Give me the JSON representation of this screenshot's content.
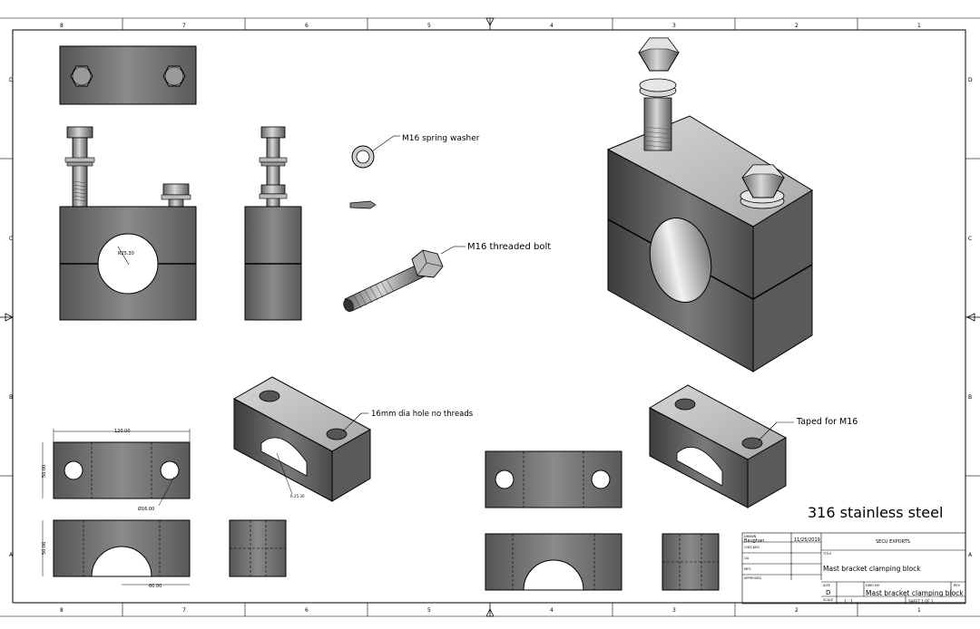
{
  "zones": {
    "columns": [
      "8",
      "7",
      "6",
      "5",
      "4",
      "3",
      "2",
      "1"
    ],
    "rows": [
      "D",
      "C",
      "B",
      "A"
    ]
  },
  "callouts": {
    "spring_washer": "M16 spring washer",
    "threaded_bolt": "M16 threaded bolt",
    "hole_no_threads": "16mm dia hole no threads",
    "taped": "Taped for M16"
  },
  "dimensions": {
    "radius": "R25.30",
    "width": "120.00",
    "height_top": "50.00",
    "hole_dia": "Ø16.00",
    "height_front": "50.00",
    "bore_width": "60.00",
    "iso_small": "R 25.30"
  },
  "material_note": "316 stainless steel",
  "title_block": {
    "drawn_label": "DRAWN",
    "drawn_by": "Baughan",
    "drawn_date": "11/25/2019",
    "company": "SECU EXPORTS",
    "checked_label": "CHECKED",
    "qa_label": "QA",
    "mfg_label": "MFG",
    "approved_label": "APPROVED",
    "title_label": "TITLE",
    "title": "Mast bracket clamping block",
    "size_label": "SIZE",
    "size": "D",
    "dwg_no_label": "DWG NO",
    "dwg_no": "Mast bracket clamping block",
    "rev_label": "REV",
    "scale_label": "SCALE",
    "scale": "1 : 1",
    "sheet": "SHEET 1  OF 1"
  },
  "colors": {
    "metal_dark": "#4a4a4a",
    "metal_mid": "#8a8a8a",
    "metal_light": "#c8c8c8"
  }
}
